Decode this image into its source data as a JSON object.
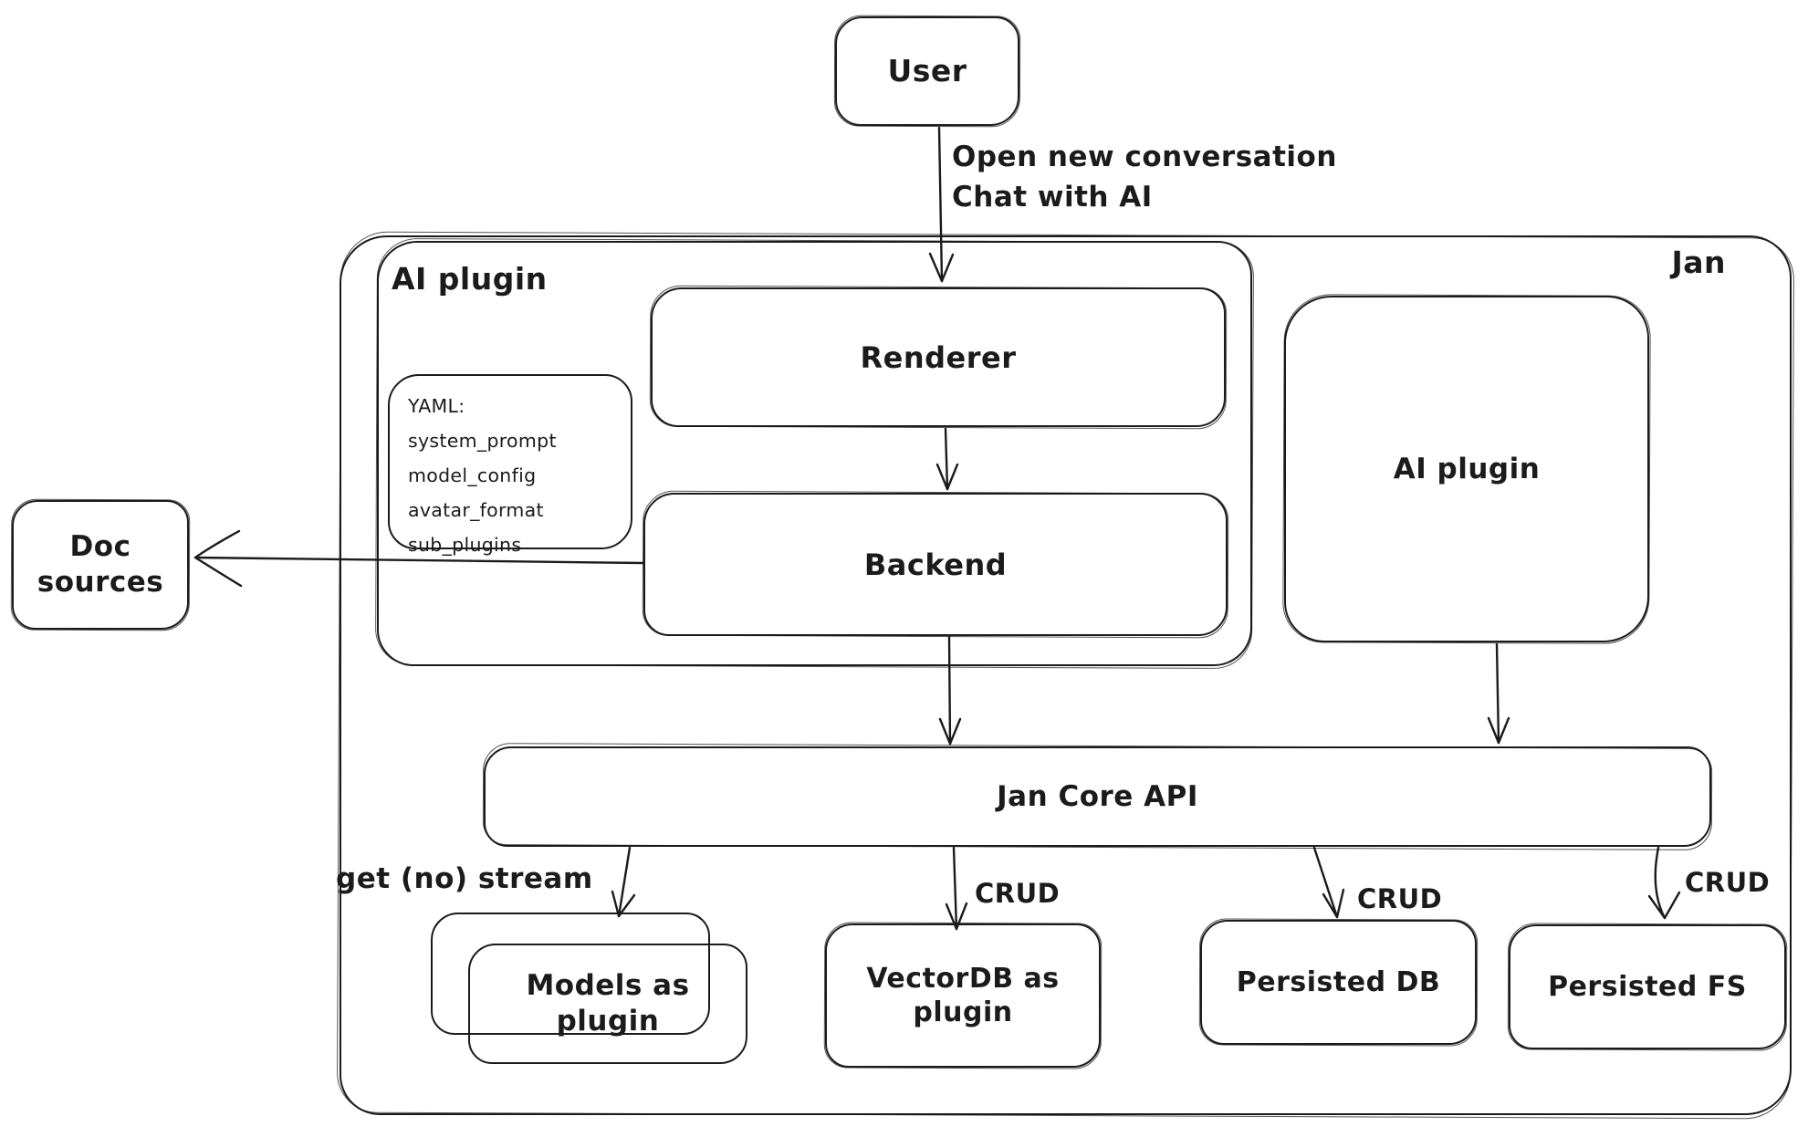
{
  "meta": {
    "style": "hand-drawn-diagram",
    "background_color": "#ffffff",
    "stroke_color": "#1b1b1b"
  },
  "nodes": {
    "user": {
      "label": "User"
    },
    "jan": {
      "label": "Jan"
    },
    "ai_plugin_container": {
      "label": "AI plugin"
    },
    "renderer": {
      "label": "Renderer"
    },
    "yaml_note": {
      "lines": [
        "YAML:",
        "system_prompt",
        "model_config",
        "avatar_format",
        "sub_plugins"
      ]
    },
    "backend": {
      "label": "Backend"
    },
    "doc_sources": {
      "label": "Doc sources"
    },
    "ai_plugin_box": {
      "label": "AI plugin"
    },
    "jan_core_api": {
      "label": "Jan Core API"
    },
    "models_as_plugin": {
      "label": "Models as plugin"
    },
    "vectordb_as_plugin": {
      "label": "VectorDB as plugin"
    },
    "persisted_db": {
      "label": "Persisted DB"
    },
    "persisted_fs": {
      "label": "Persisted FS"
    }
  },
  "edges": {
    "user_to_renderer": {
      "label": "Open new conversation\nChat with AI"
    },
    "backend_to_doc_sources": {
      "label": ""
    },
    "jan_core_to_models": {
      "label": "get (no) stream"
    },
    "jan_core_to_vectordb": {
      "label": "CRUD"
    },
    "jan_core_to_persisted_db": {
      "label": "CRUD"
    },
    "jan_core_to_persisted_fs": {
      "label": "CRUD"
    }
  }
}
